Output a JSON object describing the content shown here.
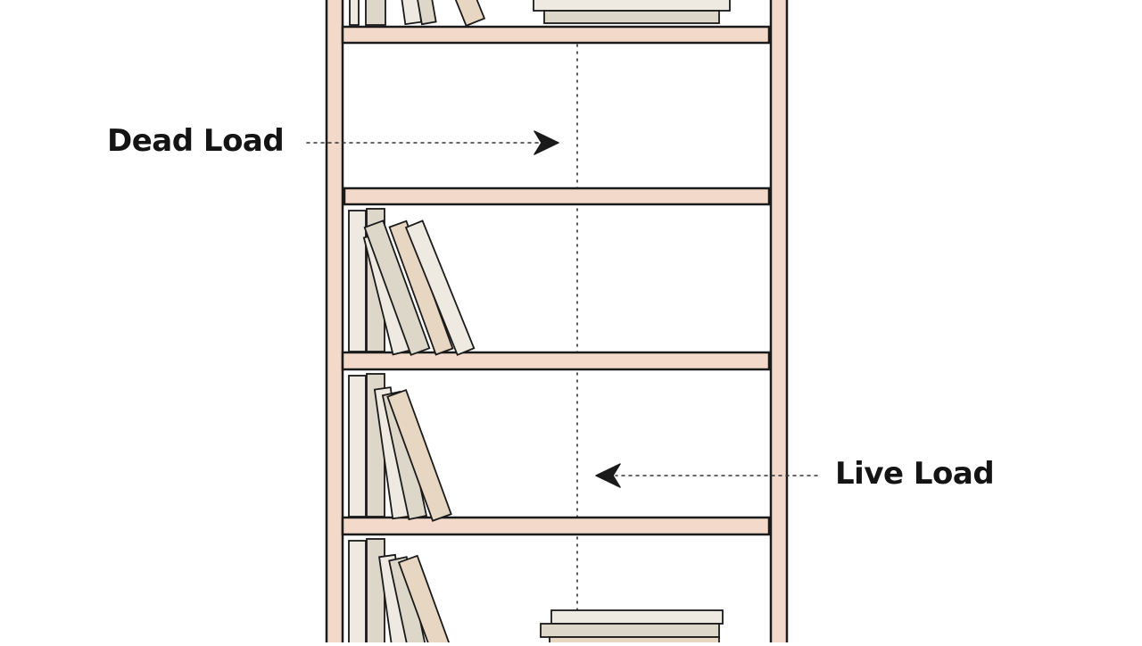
{
  "labels": {
    "dead_load": "Dead Load",
    "live_load": "Live Load"
  },
  "annotations": [
    {
      "name": "dead-load",
      "direction": "points-right",
      "target": "empty shelf compartment"
    },
    {
      "name": "live-load",
      "direction": "points-left",
      "target": "shelf compartment with books"
    }
  ],
  "colors": {
    "background": "#ffffff",
    "outline": "#1a1a1a",
    "wood": "#f2d9c9",
    "book_light": "#eeeae2",
    "book_mid": "#ddd7c9",
    "book_tan": "#e7d7c2",
    "text": "#141414"
  }
}
